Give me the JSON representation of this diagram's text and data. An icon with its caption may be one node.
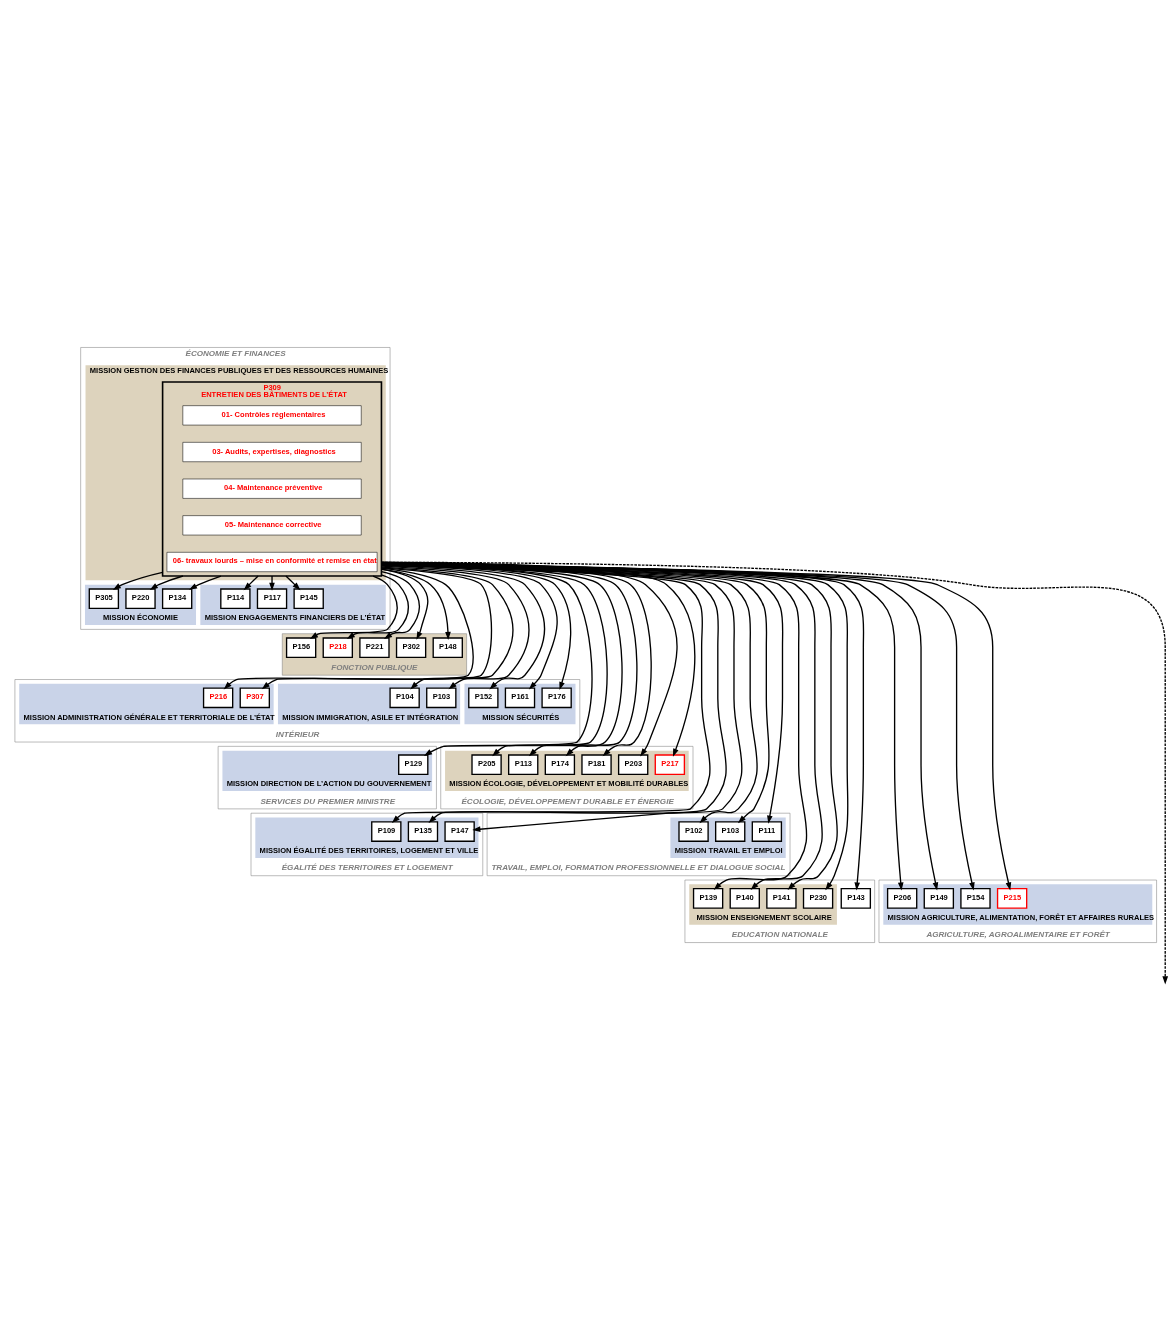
{
  "diagram": {
    "nodes": [
      {
        "text": [
          "ÉCONOMIE ET FINANCES"
        ]
      },
      {
        "text": [
          "MISSION GESTION DES FINANCES PUBLIQUES ET DES RESSOURCES HUMAINES"
        ],
        "in": 0
      },
      {
        "text": [
          "P309",
          "ENTRETIEN DES BÂTIMENTS DE L’ÉTAT"
        ],
        "in": 1
      },
      {
        "text": [
          "01- Contrôles réglementaires"
        ],
        "in": 2
      },
      {
        "text": [
          "03- Audits, expertises, diagnostics"
        ],
        "in": 2
      },
      {
        "text": [
          "04- Maintenance préventive"
        ],
        "in": 2
      },
      {
        "text": [
          "05- Maintenance corrective"
        ],
        "in": 2
      },
      {
        "text": [
          "06- travaux lourds – mise en conformité et remise en état"
        ],
        "in": 2
      },
      {
        "text": [
          "MISSION ÉCONOMIE"
        ],
        "in": 0
      },
      {
        "text": [
          "P134"
        ],
        "in": 8
      },
      {
        "text": [
          "P220"
        ],
        "in": 8
      },
      {
        "text": [
          "P305"
        ],
        "in": 8
      },
      {
        "text": [
          "MISSION ENGAGEMENTS FINANCIERS DE L’ÉTAT"
        ],
        "in": 0
      },
      {
        "text": [
          "P145"
        ],
        "in": 12
      },
      {
        "text": [
          "P117"
        ],
        "in": 12
      },
      {
        "text": [
          "P114"
        ],
        "in": 12
      },
      {
        "text": [
          "FONCTION PUBLIQUE"
        ]
      },
      {
        "text": [
          "P156"
        ],
        "in": 16
      },
      {
        "text": [
          "P218"
        ],
        "in": 16
      },
      {
        "text": [
          "P221"
        ],
        "in": 16
      },
      {
        "text": [
          "P302"
        ],
        "in": 16
      },
      {
        "text": [
          "P148"
        ],
        "in": 16
      },
      {
        "text": [
          "INTÉRIEUR"
        ]
      },
      {
        "text": [
          "MISSION ADMINISTRATION GÉNÉRALE ET TERRITORIALE DE L’ÉTAT"
        ],
        "in": 22
      },
      {
        "text": [
          "P216"
        ],
        "in": 23
      },
      {
        "text": [
          "P307"
        ],
        "in": 23
      },
      {
        "text": [
          "MISSION IMMIGRATION, ASILE ET INTÉGRATION"
        ],
        "in": 22
      },
      {
        "text": [
          "P104"
        ],
        "in": 26
      },
      {
        "text": [
          "P103"
        ],
        "in": 26
      },
      {
        "text": [
          "MISSION SÉCURITÉS"
        ],
        "in": 22
      },
      {
        "text": [
          "P152"
        ],
        "in": 29
      },
      {
        "text": [
          "P161"
        ],
        "in": 29
      },
      {
        "text": [
          "P176"
        ],
        "in": 29
      },
      {
        "text": [
          "SERVICES DU PREMIER MINISTRE"
        ]
      },
      {
        "text": [
          "MISSION DIRECTION DE L’ACTION DU GOUVERNEMENT"
        ],
        "in": 33
      },
      {
        "text": [
          "P129"
        ],
        "in": 34
      },
      {
        "text": [
          "ÉCOLOGIE, DÉVELOPPEMENT DURABLE ET ÉNERGIE"
        ]
      },
      {
        "text": [
          "MISSION ÉCOLOGIE, DÉVELOPPEMENT ET MOBILITÉ DURABLES"
        ],
        "in": 36
      },
      {
        "text": [
          "P205"
        ],
        "in": 37
      },
      {
        "text": [
          "P113"
        ],
        "in": 37
      },
      {
        "text": [
          "P174"
        ],
        "in": 37
      },
      {
        "text": [
          "P181"
        ],
        "in": 37
      },
      {
        "text": [
          "P203"
        ],
        "in": 37
      },
      {
        "text": [
          "P217"
        ],
        "in": 37
      },
      {
        "text": [
          "ÉGALITÉ DES TERRITOIRES ET LOGEMENT"
        ]
      },
      {
        "text": [
          "MISSION ÉGALITÉ DES TERRITOIRES, LOGEMENT ET VILLE"
        ],
        "in": 44
      },
      {
        "text": [
          "P109"
        ],
        "in": 45
      },
      {
        "text": [
          "P135"
        ],
        "in": 45
      },
      {
        "text": [
          "P147"
        ],
        "in": 45
      },
      {
        "text": [
          "TRAVAIL, EMPLOI, FORMATION PROFESSIONNELLE ET DIALOGUE SOCIAL"
        ]
      },
      {
        "text": [
          "MISSION TRAVAIL ET EMPLOI"
        ],
        "in": 49
      },
      {
        "text": [
          "P102"
        ],
        "in": 50
      },
      {
        "text": [
          "P103"
        ],
        "in": 50
      },
      {
        "text": [
          "P111"
        ],
        "in": 50
      },
      {
        "text": [
          "EDUCATION NATIONALE"
        ]
      },
      {
        "text": [
          "MISSION ENSEIGNEMENT SCOLAIRE"
        ],
        "in": 54
      },
      {
        "text": [
          "P139"
        ],
        "in": 55
      },
      {
        "text": [
          "P140"
        ],
        "in": 55
      },
      {
        "text": [
          "P141"
        ],
        "in": 55
      },
      {
        "text": [
          "P230"
        ],
        "in": 55
      },
      {
        "text": [
          "P143"
        ],
        "in": 54
      },
      {
        "text": [
          "AGRICULTURE, AGROALIMENTAIRE ET FORÊT"
        ]
      },
      {
        "text": [
          "MISSION AGRICULTURE, ALIMENTATION, FORÊT ET AFFAIRES RURALES"
        ],
        "in": 61
      },
      {
        "text": [
          "P206"
        ],
        "in": 62
      },
      {
        "text": [
          "P149"
        ],
        "in": 62
      },
      {
        "text": [
          "P154"
        ],
        "in": 62
      },
      {
        "text": [
          "P215"
        ],
        "in": 62
      }
    ],
    "edges": [
      {
        "from": 2,
        "to": 9,
        "arrow": "to"
      },
      {
        "from": 2,
        "to": 10,
        "arrow": "to"
      },
      {
        "from": 2,
        "to": 11,
        "arrow": "to"
      },
      {
        "from": 2,
        "to": 13,
        "arrow": "to"
      },
      {
        "from": 2,
        "to": 14,
        "arrow": "to"
      },
      {
        "from": 2,
        "to": 15,
        "arrow": "to"
      },
      {
        "from": 2,
        "to": 17,
        "arrow": "to"
      },
      {
        "from": 2,
        "to": 18,
        "arrow": "to"
      },
      {
        "from": 2,
        "to": 19,
        "arrow": "to"
      },
      {
        "from": 2,
        "to": 20,
        "arrow": "to"
      },
      {
        "from": 2,
        "to": 21,
        "arrow": "to"
      },
      {
        "from": 2,
        "to": 24,
        "arrow": "to"
      },
      {
        "from": 2,
        "to": 25,
        "arrow": "to"
      },
      {
        "from": 2,
        "to": 27,
        "arrow": "to"
      },
      {
        "from": 2,
        "to": 28,
        "arrow": "to"
      },
      {
        "from": 2,
        "to": 30,
        "arrow": "to"
      },
      {
        "from": 2,
        "to": 31,
        "arrow": "to"
      },
      {
        "from": 2,
        "to": 32,
        "arrow": "to"
      },
      {
        "from": 2,
        "to": 35,
        "arrow": "to"
      },
      {
        "from": 2,
        "to": 38,
        "arrow": "to"
      },
      {
        "from": 2,
        "to": 39,
        "arrow": "to"
      },
      {
        "from": 2,
        "to": 40,
        "arrow": "to"
      },
      {
        "from": 2,
        "to": 41,
        "arrow": "to"
      },
      {
        "from": 2,
        "to": 42,
        "arrow": "to"
      },
      {
        "from": 2,
        "to": 43,
        "arrow": "to"
      },
      {
        "from": 2,
        "to": 46,
        "arrow": "to"
      },
      {
        "from": 2,
        "to": 47,
        "arrow": "to"
      },
      {
        "from": 2,
        "to": 48,
        "arrow": "to"
      },
      {
        "from": 2,
        "to": 51,
        "arrow": "to"
      },
      {
        "from": 2,
        "to": 52,
        "arrow": "to"
      },
      {
        "from": 2,
        "to": 53,
        "arrow": "to"
      },
      {
        "from": 2,
        "to": 56,
        "arrow": "to"
      },
      {
        "from": 2,
        "to": 57,
        "arrow": "to"
      },
      {
        "from": 2,
        "to": 58,
        "arrow": "to"
      },
      {
        "from": 2,
        "to": 59,
        "arrow": "to"
      },
      {
        "from": 2,
        "to": 60,
        "arrow": "to"
      },
      {
        "from": 2,
        "to": 63,
        "arrow": "to"
      },
      {
        "from": 2,
        "to": 64,
        "arrow": "to"
      },
      {
        "from": 2,
        "to": 65,
        "arrow": "to"
      },
      {
        "from": 2,
        "to": 66,
        "arrow": "to"
      },
      {
        "from": 2,
        "to": null,
        "arrow": "to",
        "style": "dashed"
      }
    ]
  }
}
